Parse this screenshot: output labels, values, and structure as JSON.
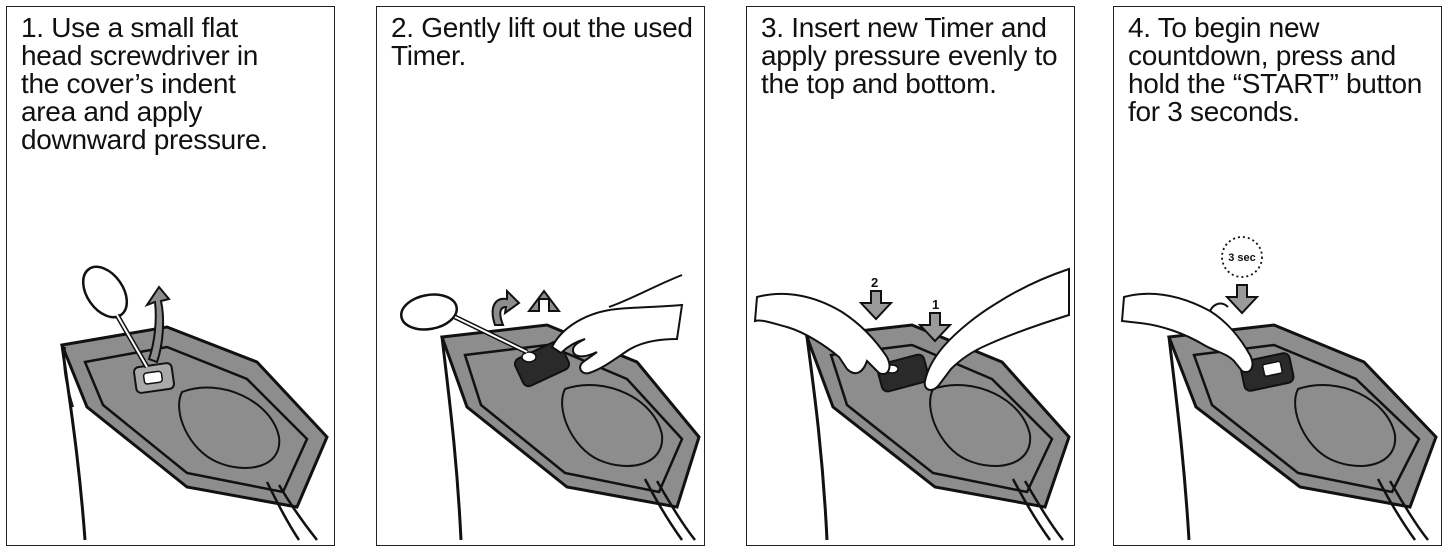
{
  "steps": [
    {
      "text": "1. Use a small flat head screwdriver in the cover’s indent area and apply downward pressure."
    },
    {
      "text": "2. Gently lift out the used Timer."
    },
    {
      "text": "3. Insert new Timer and apply pressure evenly to the top and bottom."
    },
    {
      "text": "4. To begin new countdown, press and hold the “START” button for 3 seconds."
    }
  ],
  "labels": {
    "arrow_2": "2",
    "arrow_1": "1",
    "timer_badge": "3 sec"
  },
  "colors": {
    "lid_gray": "#8d8d8d",
    "window_gray": "#a9a9a9",
    "arrow_gray": "#9a9a9a",
    "outline": "#111111"
  }
}
